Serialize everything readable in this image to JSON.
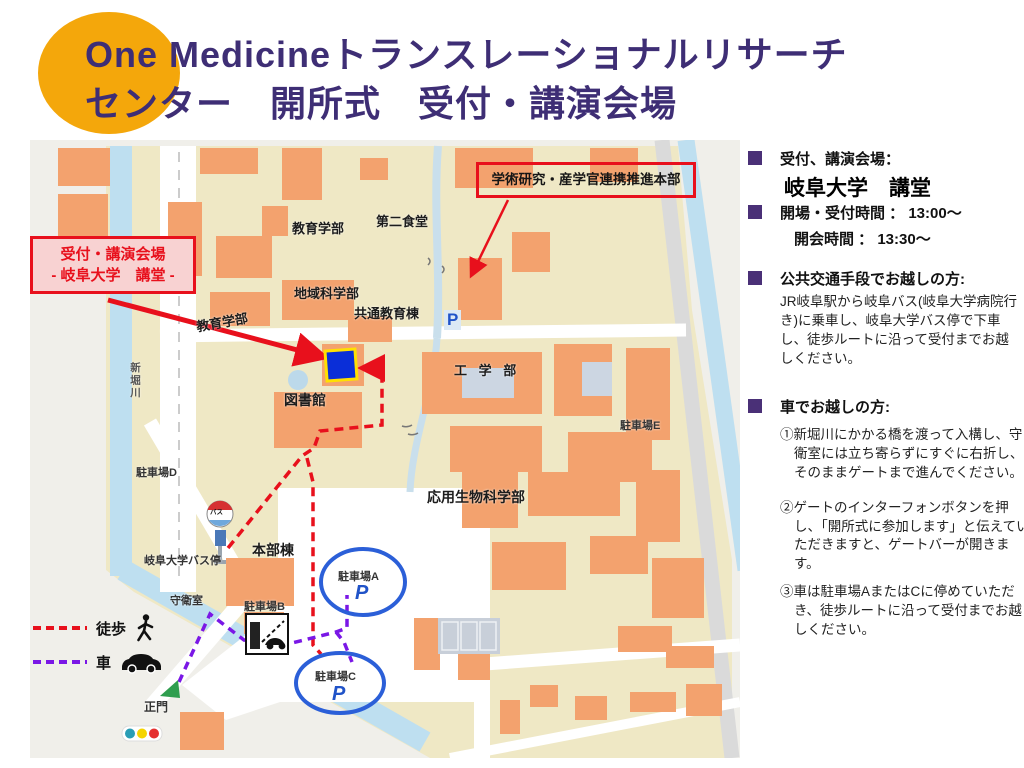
{
  "title": {
    "line1": "One Medicineトランスレーショナルリサーチ",
    "line2": "センター　開所式　受付・講演会場"
  },
  "info_panel": {
    "venue": {
      "label": "受付、講演会場：",
      "name": "岐阜大学　講堂"
    },
    "schedule": {
      "line1": "開場・受付時間 ： 13:00～",
      "line2": "開会時間 ： 13:30～"
    },
    "transit": {
      "heading": "公共交通手段でお越しの方:",
      "body": "JR岐阜駅から岐阜バス(岐阜大学病院行き)に乗車し、岐阜大学バス停で下車し、徒歩ルートに沿って受付までお越しください。"
    },
    "car": {
      "heading": "車でお越しの方:",
      "step1": "①新堀川にかかる橋を渡って入構し、守衛室には立ち寄らずにすぐに右折し、そのままゲートまで進んでください。",
      "step2": "②ゲートのインターフォンボタンを押し、「開所式に参加します」と伝えていただきますと、ゲートバーが開きます。",
      "step3": "③車は駐車場AまたはCに停めていただき、徒歩ルートに沿って受付までお越しください。"
    }
  },
  "map": {
    "callouts": {
      "venue_line1": "受付・講演会場",
      "venue_line2": "- 岐阜大学　講堂 -",
      "org": "学術研究・産学官連携推進本部"
    },
    "buildings": {
      "education1": "教育学部",
      "education2": "教育学部",
      "cafeteria2": "第二食堂",
      "regional_science": "地域科学部",
      "common_education": "共通教育棟",
      "engineering": "工 学 部",
      "library": "図書館",
      "applied_bio": "応用生物科学部",
      "headquarters": "本部棟"
    },
    "facilities": {
      "parking_d": "駐車場D",
      "parking_e": "駐車場E",
      "parking_b": "駐車場B",
      "parking_a": "駐車場A",
      "parking_c": "駐車場C",
      "guard_room": "守衛室",
      "bus_stop": "岐阜大学バス停",
      "main_gate": "正門",
      "river": "新堀川",
      "p_mark": "P",
      "bus_sign": "バス"
    }
  },
  "legend": {
    "walk": "徒歩",
    "car": "車"
  },
  "colors": {
    "title_purple": "#3E2E75",
    "accent_orange": "#F4A70B",
    "bullet_purple": "#4A3077",
    "annotation_red": "#E8101C",
    "callout_pink_bg": "#F8D2D2",
    "walk_route_red": "#E8101C",
    "car_route_purple": "#7A17E6",
    "parking_blue": "#2053C8",
    "venue_square_blue": "#0A2ED8",
    "venue_square_border_yellow": "#FFE002",
    "map_campus_beige": "#EFE8C5",
    "map_building_orange": "#F3A26E",
    "map_river_blue": "#BEDFF0"
  }
}
